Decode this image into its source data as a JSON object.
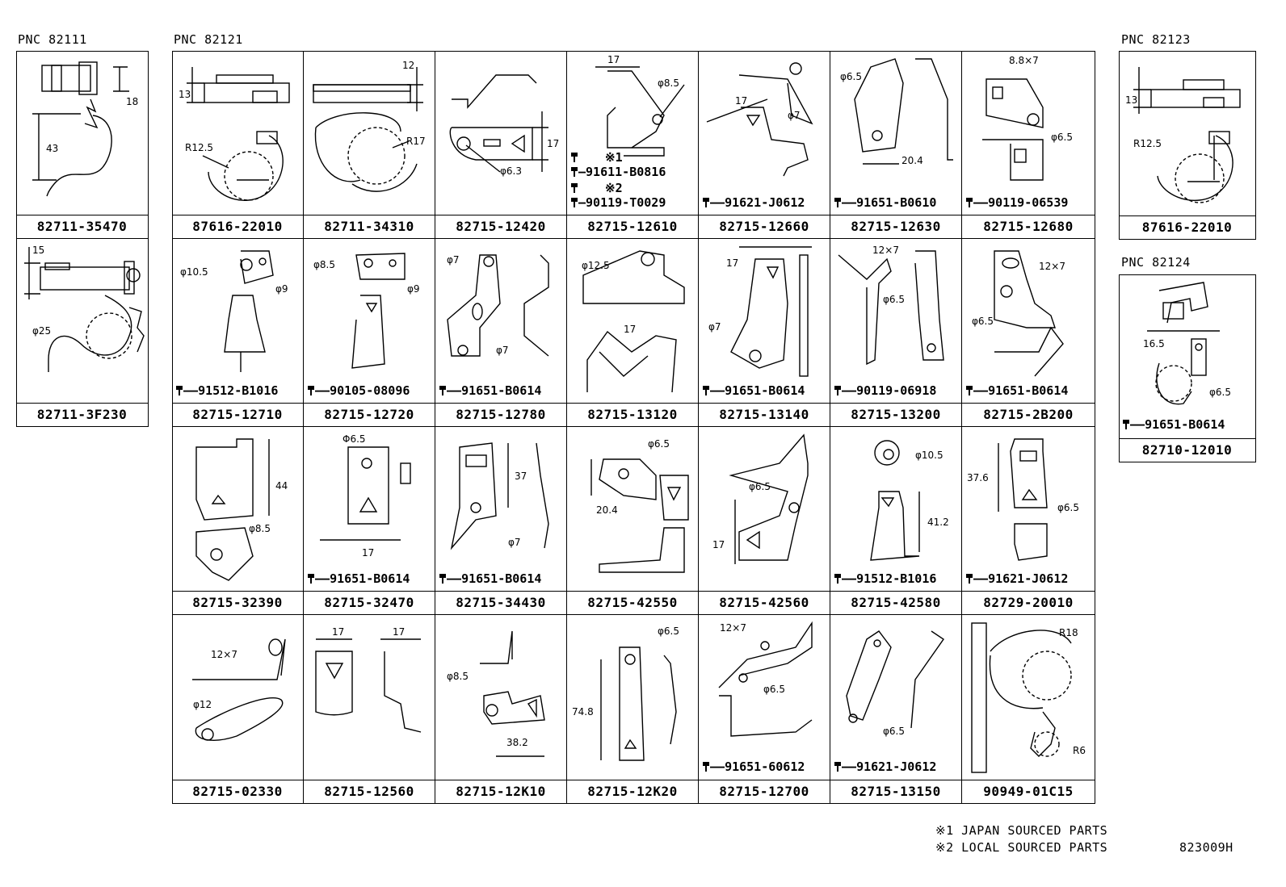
{
  "groups": {
    "g1": {
      "pnc": "PNC 82111"
    },
    "g2": {
      "pnc": "PNC 82121"
    },
    "g3": {
      "pnc": "PNC 82123"
    },
    "g4": {
      "pnc": "PNC 82124"
    }
  },
  "cells": {
    "c82711_35470": {
      "part": "82711-35470",
      "dims": [
        "18",
        "43"
      ]
    },
    "c82711_3F230": {
      "part": "82711-3F230",
      "dims": [
        "15",
        "φ25"
      ]
    },
    "c87616_22010a": {
      "part": "87616-22010",
      "dims": [
        "13",
        "R12.5"
      ]
    },
    "c82711_34310": {
      "part": "82711-34310",
      "dims": [
        "12",
        "R17"
      ]
    },
    "c82715_12420": {
      "part": "82715-12420",
      "dims": [
        "17",
        "φ6.3"
      ]
    },
    "c82715_12610": {
      "part": "82715-12610",
      "dims": [
        "17",
        "φ8.5"
      ],
      "mark1": "※1",
      "bolt1": "91611-B0816",
      "mark2": "※2",
      "bolt2": "90119-T0029"
    },
    "c82715_12660": {
      "part": "82715-12660",
      "dims": [
        "17",
        "φ7"
      ],
      "bolt": "91621-J0612"
    },
    "c82715_12630": {
      "part": "82715-12630",
      "dims": [
        "φ6.5",
        "20.4"
      ],
      "bolt": "91651-B0610"
    },
    "c82715_12680": {
      "part": "82715-12680",
      "dims": [
        "8.8×7",
        "φ6.5"
      ],
      "bolt": "90119-06539"
    },
    "c82715_12710": {
      "part": "82715-12710",
      "dims": [
        "φ10.5",
        "φ9"
      ],
      "bolt": "91512-B1016"
    },
    "c82715_12720": {
      "part": "82715-12720",
      "dims": [
        "φ8.5",
        "φ9"
      ],
      "bolt": "90105-08096"
    },
    "c82715_12780": {
      "part": "82715-12780",
      "dims": [
        "φ7",
        "φ7"
      ],
      "bolt": "91651-B0614"
    },
    "c82715_13120": {
      "part": "82715-13120",
      "dims": [
        "φ12.5",
        "17"
      ]
    },
    "c82715_13140": {
      "part": "82715-13140",
      "dims": [
        "17",
        "φ7"
      ],
      "bolt": "91651-B0614"
    },
    "c82715_13200": {
      "part": "82715-13200",
      "dims": [
        "12×7",
        "φ6.5"
      ],
      "bolt": "90119-06918"
    },
    "c82715_2B200": {
      "part": "82715-2B200",
      "dims": [
        "12×7",
        "φ6.5"
      ],
      "bolt": "91651-B0614"
    },
    "c82715_32390": {
      "part": "82715-32390",
      "dims": [
        "44",
        "φ8.5"
      ]
    },
    "c82715_32470": {
      "part": "82715-32470",
      "dims": [
        "Φ6.5",
        "17"
      ],
      "bolt": "91651-B0614"
    },
    "c82715_34430": {
      "part": "82715-34430",
      "dims": [
        "37",
        "φ7"
      ],
      "bolt": "91651-B0614"
    },
    "c82715_42550": {
      "part": "82715-42550",
      "dims": [
        "φ6.5",
        "20.4"
      ]
    },
    "c82715_42560": {
      "part": "82715-42560",
      "dims": [
        "φ6.5",
        "17"
      ]
    },
    "c82715_42580": {
      "part": "82715-42580",
      "dims": [
        "φ10.5",
        "41.2"
      ],
      "bolt": "91512-B1016"
    },
    "c82729_20010": {
      "part": "82729-20010",
      "dims": [
        "37.6",
        "φ6.5"
      ],
      "bolt": "91621-J0612"
    },
    "c82715_02330": {
      "part": "82715-02330",
      "dims": [
        "12×7",
        "φ12"
      ]
    },
    "c82715_12560": {
      "part": "82715-12560",
      "dims": [
        "17",
        "17"
      ]
    },
    "c82715_12K10": {
      "part": "82715-12K10",
      "dims": [
        "φ8.5",
        "38.2"
      ]
    },
    "c82715_12K20": {
      "part": "82715-12K20",
      "dims": [
        "φ6.5",
        "74.8"
      ]
    },
    "c82715_12700": {
      "part": "82715-12700",
      "dims": [
        "12×7",
        "φ6.5"
      ],
      "bolt": "91651-60612"
    },
    "c82715_13150": {
      "part": "82715-13150",
      "dims": [
        "φ6.5"
      ],
      "bolt": "91621-J0612"
    },
    "c90949_01C15": {
      "part": "90949-01C15",
      "dims": [
        "R18",
        "R6"
      ]
    },
    "c87616_22010b": {
      "part": "87616-22010",
      "dims": [
        "13",
        "R12.5"
      ]
    },
    "c82710_12010": {
      "part": "82710-12010",
      "dims": [
        "16.5",
        "φ6.5"
      ],
      "bolt": "91651-B0614"
    }
  },
  "notes": {
    "note1": "※1 JAPAN SOURCED PARTS",
    "note2": "※2 LOCAL SOURCED PARTS",
    "code": "823009H"
  }
}
